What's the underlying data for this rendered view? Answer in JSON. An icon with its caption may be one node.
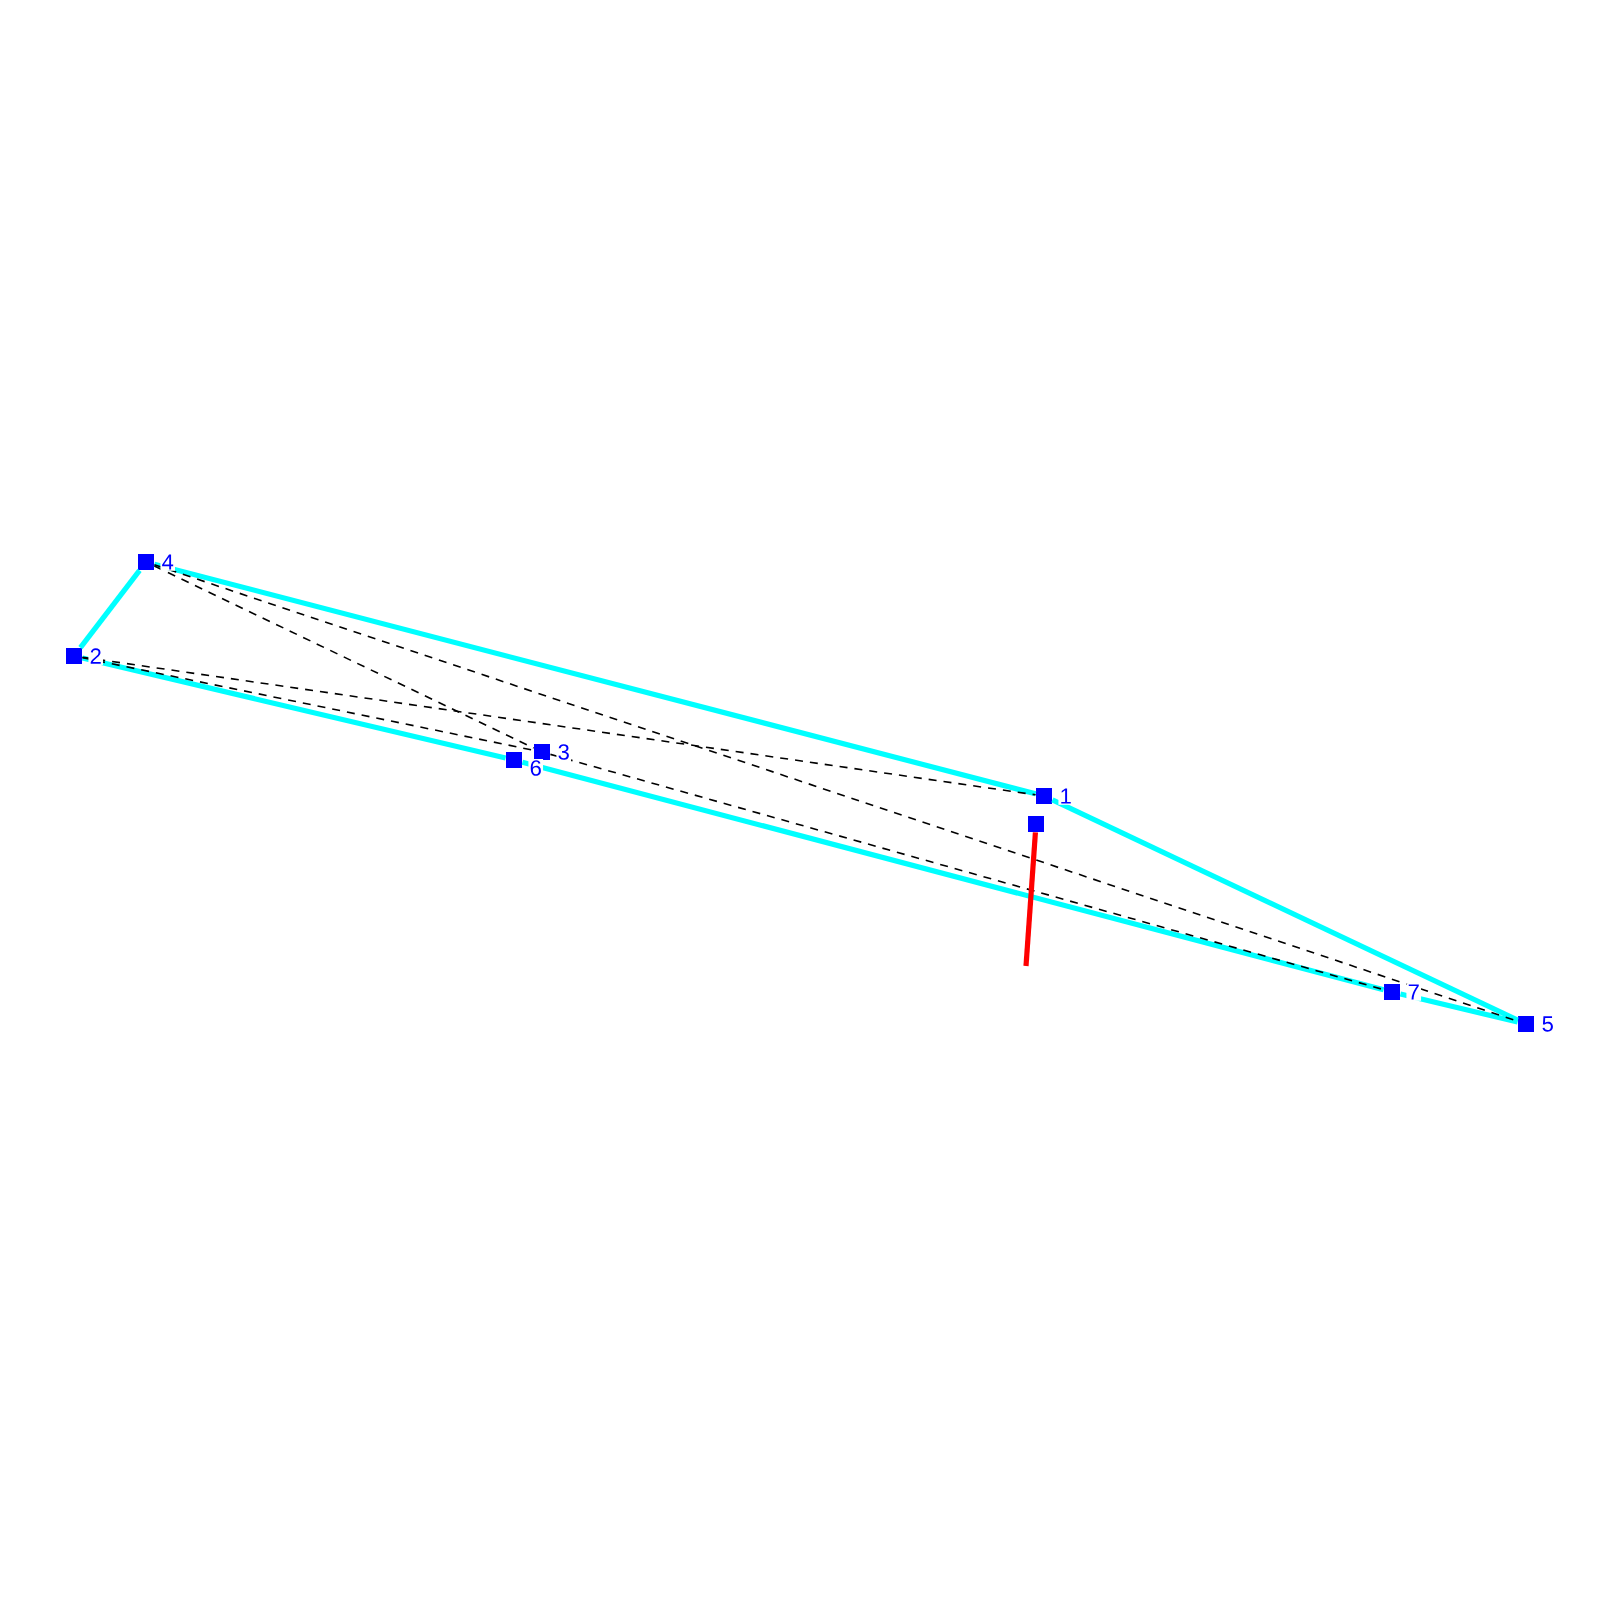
{
  "diagram": {
    "nodes": [
      {
        "text": [],
        "shape": "box",
        "beside": [
          "1"
        ]
      },
      {
        "text": [],
        "shape": "box",
        "beside": [
          "2"
        ]
      },
      {
        "text": [],
        "shape": "box",
        "beside": [
          "3"
        ]
      },
      {
        "text": [],
        "shape": "box",
        "beside": [
          "4"
        ]
      },
      {
        "text": [],
        "shape": "box",
        "beside": [
          "5"
        ]
      },
      {
        "text": [],
        "shape": "box",
        "beside": [
          "6"
        ]
      },
      {
        "text": [],
        "shape": "box",
        "beside": [
          "7"
        ]
      },
      {
        "text": [],
        "shape": "box"
      }
    ],
    "edges": [
      {
        "from": 3,
        "to": 0,
        "arrow": "none"
      },
      {
        "from": 0,
        "to": 4,
        "arrow": "none"
      },
      {
        "from": 4,
        "to": 6,
        "arrow": "none"
      },
      {
        "from": 6,
        "to": 5,
        "arrow": "none"
      },
      {
        "from": 5,
        "to": 1,
        "arrow": "none"
      },
      {
        "from": 1,
        "to": 3,
        "arrow": "none"
      },
      {
        "from": 3,
        "to": 2,
        "arrow": "none",
        "style": "dashed",
        "color": "#000000"
      },
      {
        "from": 3,
        "to": 4,
        "arrow": "none",
        "style": "dashed",
        "color": "#000000"
      },
      {
        "from": 1,
        "to": 0,
        "arrow": "none",
        "style": "dashed",
        "color": "#000000"
      },
      {
        "from": 1,
        "to": 2,
        "arrow": "none",
        "style": "dashed",
        "color": "#000000"
      },
      {
        "from": 2,
        "to": 6,
        "arrow": "none",
        "style": "dashed",
        "color": "#000000"
      },
      {
        "from": 7,
        "to": null,
        "arrow": "none",
        "color": "#ff0000"
      }
    ]
  }
}
